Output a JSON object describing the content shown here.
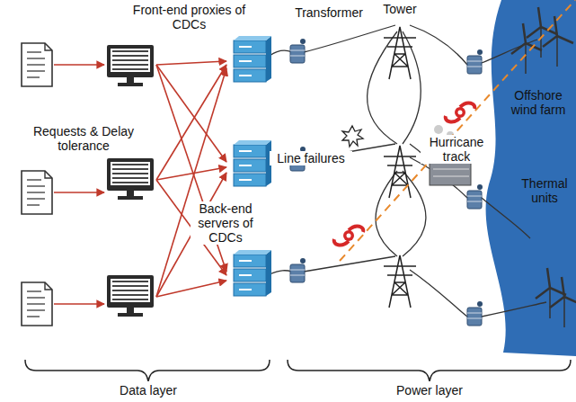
{
  "diagram": {
    "labels": [
      "Front-end proxies of CDCs",
      "Transformer",
      "Tower",
      "Requests & Delay tolerance",
      "Hurricane track",
      "Offshore wind farm",
      "Thermal units",
      "Line failures",
      "Back-end servers of CDCs",
      "Data layer",
      "Power layer"
    ]
  }
}
